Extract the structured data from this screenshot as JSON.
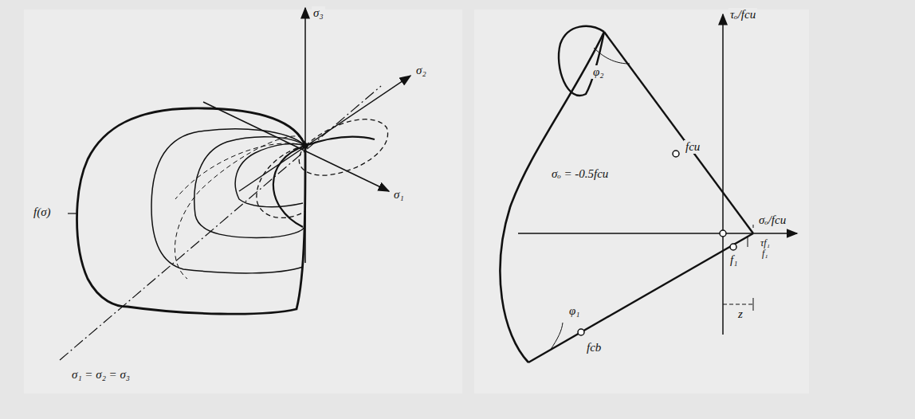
{
  "diagram": {
    "labels": [
      "σ₃",
      "σ₂",
      "σ₁",
      "f(σ)",
      "σ₁ = σ₂ = σ₃",
      "τₒ/fcu",
      "σₒ/fcu",
      "φ₂",
      "fcu",
      "σₒ = -0.5fcu",
      "τf₁",
      "f₁",
      "f₁",
      "z",
      "φ₁",
      "fcb"
    ]
  }
}
